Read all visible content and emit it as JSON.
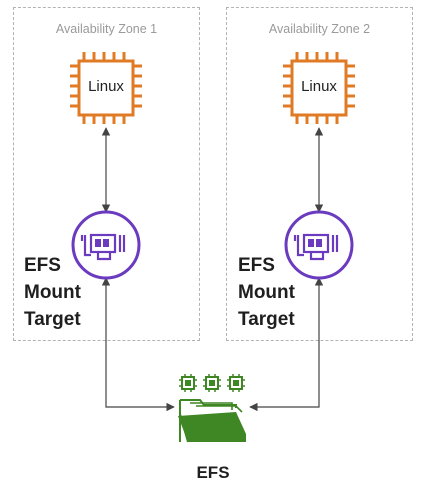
{
  "zones": [
    {
      "title": "Availability Zone 1",
      "instance_label": "Linux",
      "mount_label": [
        "EFS",
        "Mount",
        "Target"
      ]
    },
    {
      "title": "Availability Zone 2",
      "instance_label": "Linux",
      "mount_label": [
        "EFS",
        "Mount",
        "Target"
      ]
    }
  ],
  "efs": {
    "label": "EFS"
  },
  "colors": {
    "instance": "#e07a24",
    "mount_target": "#6b3bbf",
    "efs": "#3f8624",
    "connector": "#444444",
    "zone_border": "#b3b3b3"
  },
  "icons": {
    "instance": "chip-icon",
    "mount_target": "network-interface-icon",
    "efs": "file-system-icon"
  }
}
